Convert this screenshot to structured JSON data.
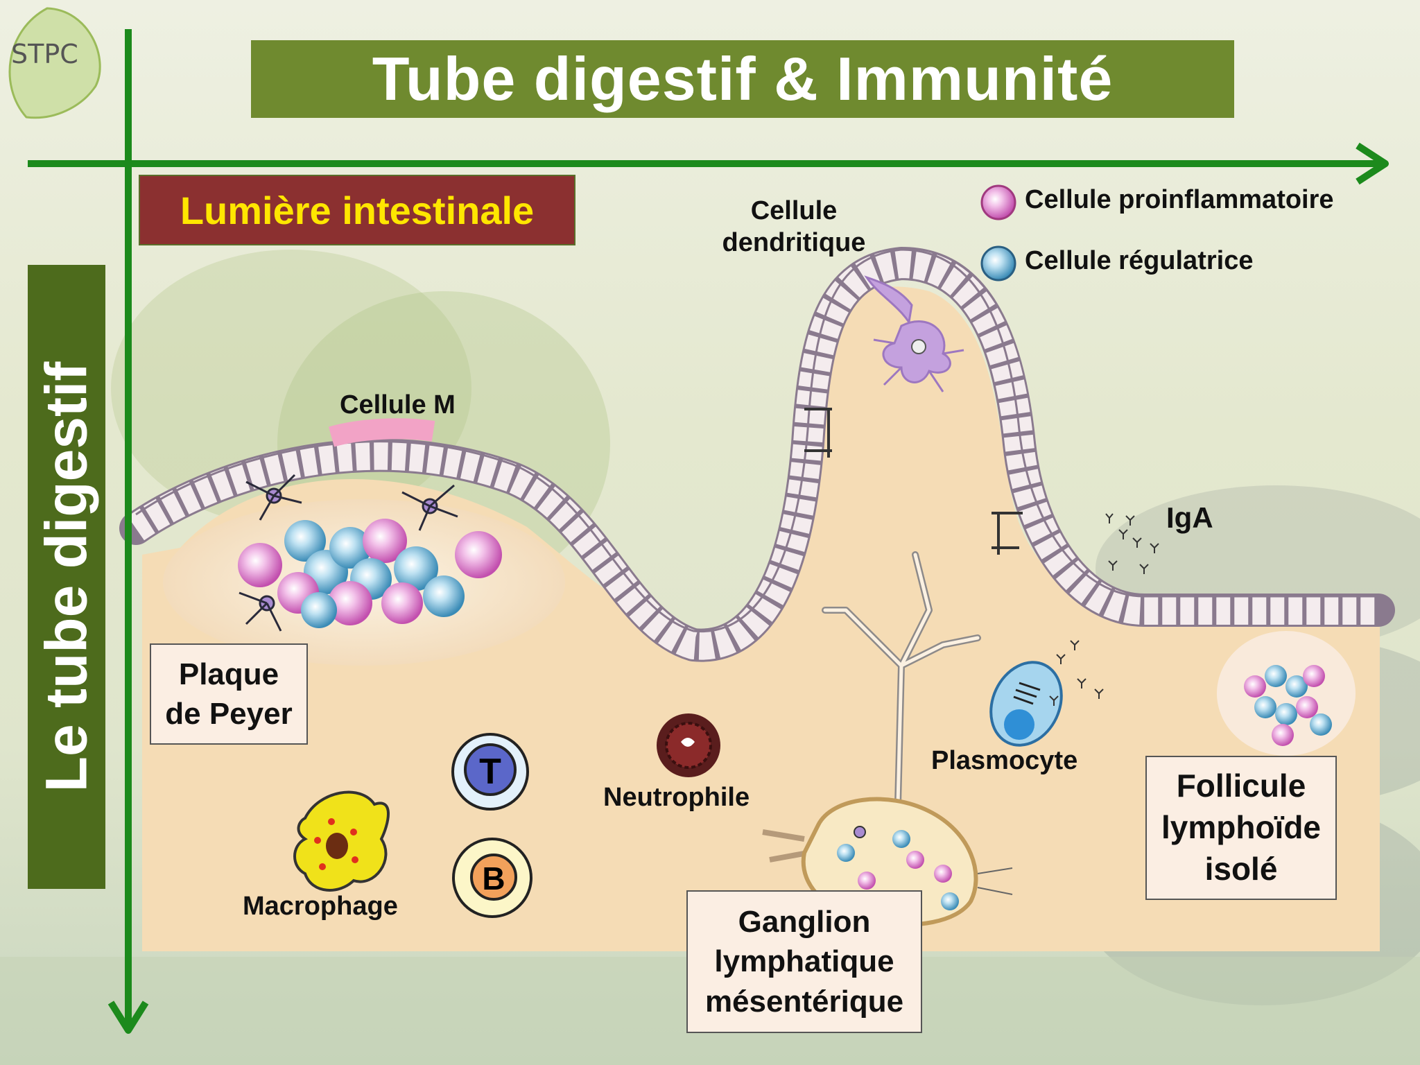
{
  "logo": {
    "text": "STPC"
  },
  "title": "Tube digestif  &  Immunité",
  "lumen_label": "Lumière intestinale",
  "side_label": "Le tube digestif",
  "legend": {
    "proinflammatory": "Cellule proinflammatoire",
    "regulatory": "Cellule régulatrice"
  },
  "labels": {
    "dendritic_line1": "Cellule",
    "dendritic_line2": "dendritique",
    "m_cell": "Cellule M",
    "iga": "IgA",
    "peyer_line1": "Plaque",
    "peyer_line2": "de Peyer",
    "t_cell": "T",
    "b_cell": "B",
    "macrophage": "Macrophage",
    "neutrophil": "Neutrophile",
    "plasmocyte": "Plasmocyte",
    "ganglion_line1": "Ganglion",
    "ganglion_line2": "lymphatique",
    "ganglion_line3": "mésentérique",
    "follicle_line1": "Follicule",
    "follicle_line2": "lymphoïde",
    "follicle_line3": "isolé"
  },
  "colors": {
    "title_bg": "#6f8a2f",
    "lumen_bg": "#8b3030",
    "lumen_text": "#ffe600",
    "axis": "#1c8a1c",
    "tissue": "#f5dcb5",
    "proinflammatory": "#d070c0",
    "regulatory": "#4a9ec8"
  }
}
